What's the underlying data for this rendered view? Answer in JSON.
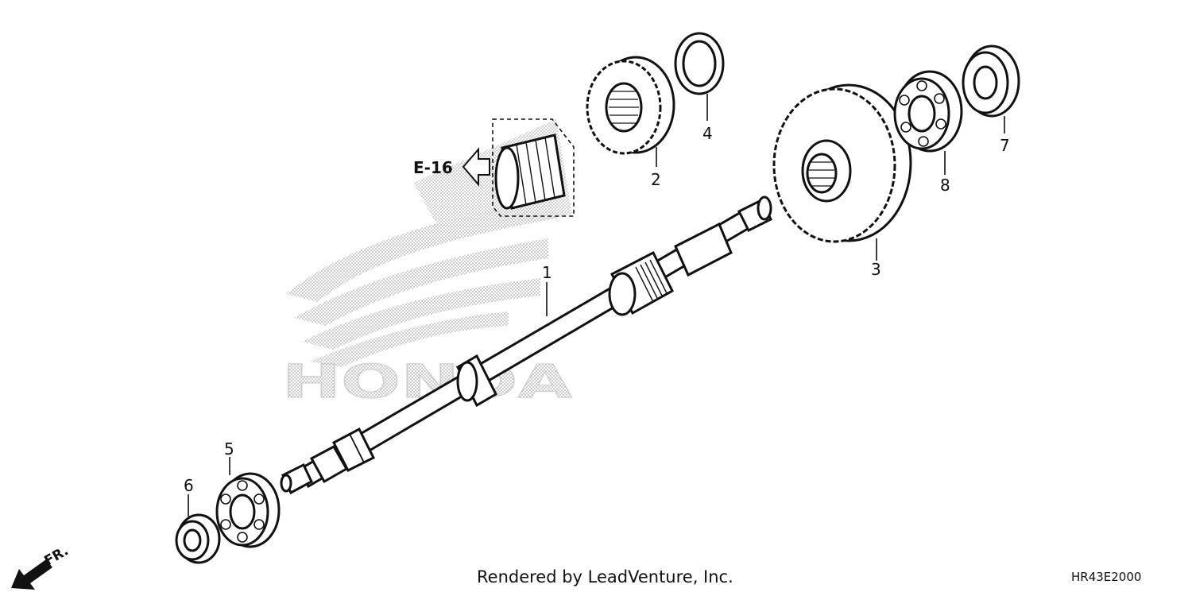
{
  "watermark": {
    "brand": "HONDA"
  },
  "reference": {
    "label": "E-16"
  },
  "front_marker": {
    "label": "FR."
  },
  "credit": {
    "text": "Rendered by LeadVenture, Inc."
  },
  "diagram_code": {
    "text": "HR43E2000"
  },
  "callouts": [
    {
      "number": "1",
      "part": "shaft"
    },
    {
      "number": "2",
      "part": "gear-small"
    },
    {
      "number": "3",
      "part": "gear-large"
    },
    {
      "number": "4",
      "part": "washer"
    },
    {
      "number": "5",
      "part": "bearing-left-outer"
    },
    {
      "number": "6",
      "part": "seal-left"
    },
    {
      "number": "7",
      "part": "seal-right"
    },
    {
      "number": "8",
      "part": "bearing-right"
    }
  ],
  "colors": {
    "line": "#111111",
    "watermark": "#b5b5b5"
  }
}
